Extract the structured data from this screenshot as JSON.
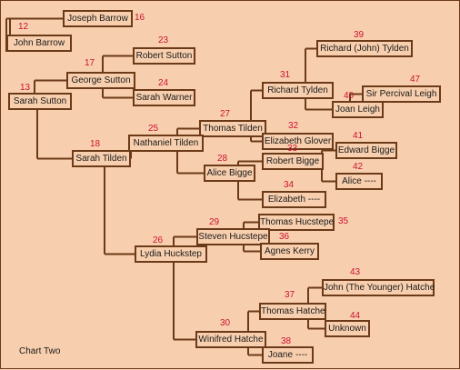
{
  "caption": "Chart Two",
  "colors": {
    "background": "#f8cfae",
    "line": "#6b3a18",
    "number": "#cc1133",
    "text": "#1a1a1a"
  },
  "people": [
    {
      "id": "joseph_barrow",
      "name": "Joseph Barrow",
      "number": "16"
    },
    {
      "id": "john_barrow",
      "name": "John Barrow",
      "number": "12"
    },
    {
      "id": "robert_sutton",
      "name": "Robert Sutton",
      "number": "23"
    },
    {
      "id": "george_sutton",
      "name": "George Sutton",
      "number": "17"
    },
    {
      "id": "sarah_warner",
      "name": "Sarah Warner",
      "number": "24"
    },
    {
      "id": "sarah_sutton",
      "name": "Sarah Sutton",
      "number": "13"
    },
    {
      "id": "richard_john_tylden",
      "name": "Richard (John) Tylden",
      "number": "39"
    },
    {
      "id": "richard_tylden",
      "name": "Richard Tylden",
      "number": "31"
    },
    {
      "id": "percival_leigh",
      "name": "Sir Percival Leigh",
      "number": "47"
    },
    {
      "id": "joan_leigh",
      "name": "Joan Leigh",
      "number": "40"
    },
    {
      "id": "thomas_tilden",
      "name": "Thomas Tilden",
      "number": "27"
    },
    {
      "id": "nathaniel_tilden",
      "name": "Nathaniel Tilden",
      "number": "25"
    },
    {
      "id": "elizabeth_glover",
      "name": "Elizabeth Glover",
      "number": "32"
    },
    {
      "id": "sarah_tilden",
      "name": "Sarah Tilden",
      "number": "18"
    },
    {
      "id": "edward_bigge",
      "name": "Edward Bigge",
      "number": "41"
    },
    {
      "id": "robert_bigge",
      "name": "Robert Bigge",
      "number": "33"
    },
    {
      "id": "alice_bigge",
      "name": "Alice Bigge",
      "number": "28"
    },
    {
      "id": "alice_dash",
      "name": "Alice ----",
      "number": "42"
    },
    {
      "id": "elizabeth_dash",
      "name": "Elizabeth ----",
      "number": "34"
    },
    {
      "id": "thomas_hucstepe",
      "name": "Thomas Hucstepe",
      "number": "35"
    },
    {
      "id": "steven_hucstepe",
      "name": "Steven Hucstepe",
      "number": "29"
    },
    {
      "id": "agnes_kerry",
      "name": "Agnes Kerry",
      "number": "36"
    },
    {
      "id": "lydia_huckstep",
      "name": "Lydia Huckstep",
      "number": "26"
    },
    {
      "id": "john_younger_hatche",
      "name": "John (The Younger) Hatche",
      "number": "43"
    },
    {
      "id": "thomas_hatche",
      "name": "Thomas Hatche",
      "number": "37"
    },
    {
      "id": "unknown",
      "name": "Unknown",
      "number": "44"
    },
    {
      "id": "winifred_hatche",
      "name": "Winifred Hatche",
      "number": "30"
    },
    {
      "id": "joane_dash",
      "name": "Joane ----",
      "number": "38"
    }
  ]
}
